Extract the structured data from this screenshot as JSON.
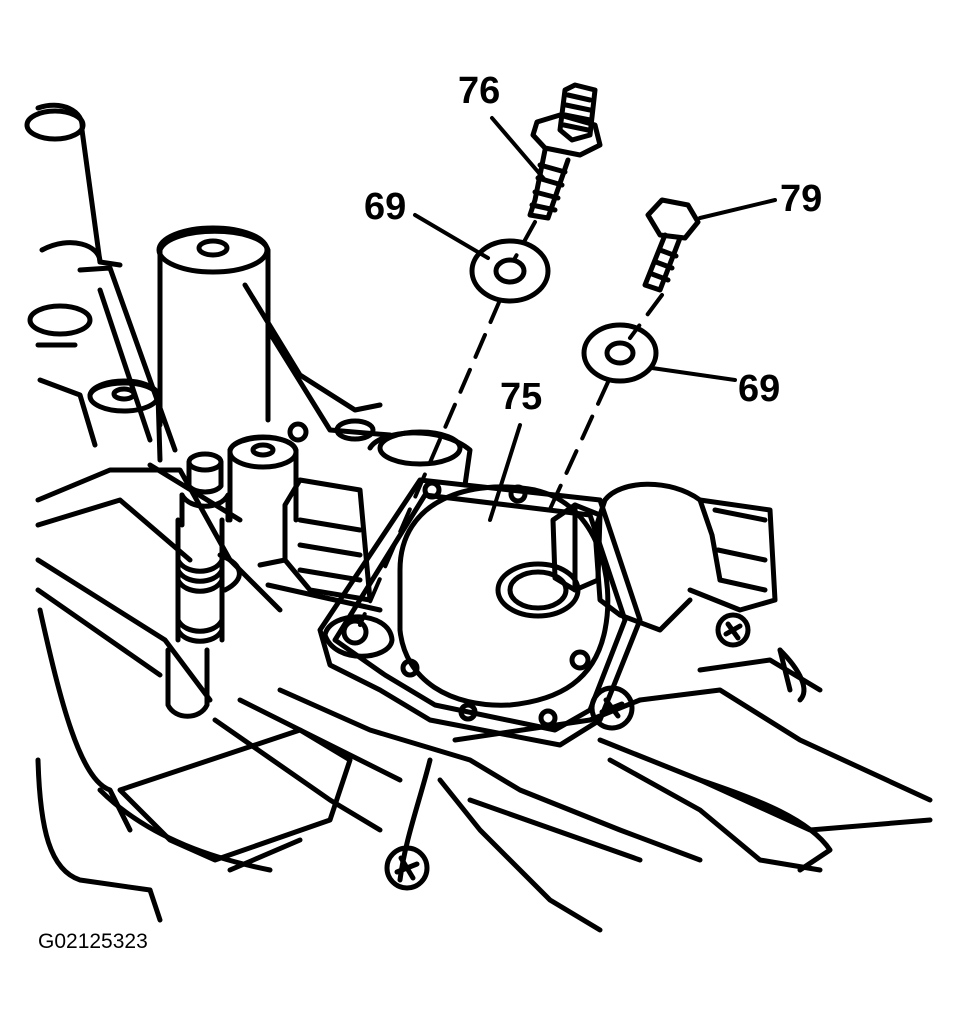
{
  "figure_id": "G02125323",
  "callouts": {
    "c76": "76",
    "c69a": "69",
    "c79": "79",
    "c69b": "69",
    "c75": "75"
  },
  "colors": {
    "line": "#000000",
    "background": "#ffffff"
  }
}
